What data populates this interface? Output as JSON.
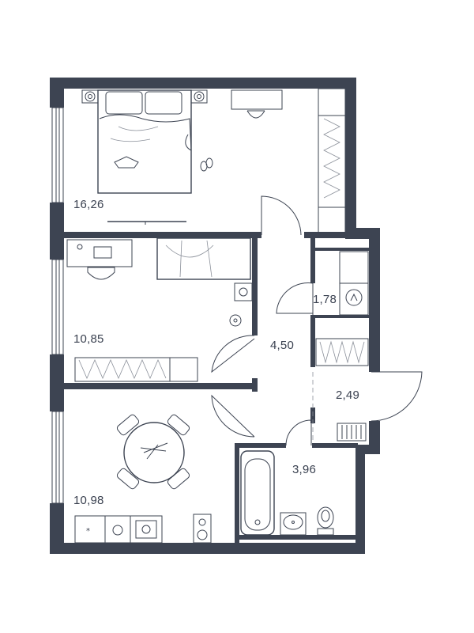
{
  "floor_plan": {
    "rooms": [
      {
        "id": "bedroom",
        "area": "16,26"
      },
      {
        "id": "kids-room",
        "area": "10,85"
      },
      {
        "id": "kitchen-living",
        "area": "10,98"
      },
      {
        "id": "hallway",
        "area": "4,50"
      },
      {
        "id": "storage",
        "area": "1,78"
      },
      {
        "id": "wardrobe",
        "area": "2,49"
      },
      {
        "id": "bathroom",
        "area": "3,96"
      }
    ]
  },
  "colors": {
    "walls": "#3d4452",
    "background": "#ffffff",
    "text": "#3a4150"
  }
}
